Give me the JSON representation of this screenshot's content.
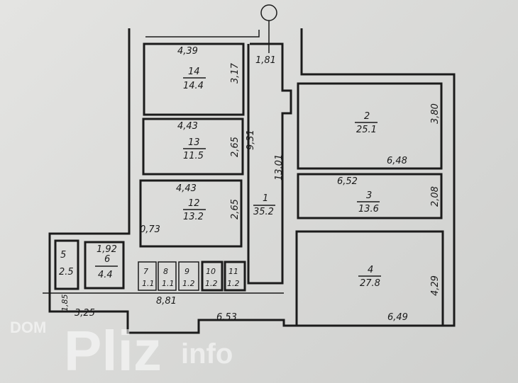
{
  "rooms": [
    {
      "id": "14",
      "area": "14.4",
      "dims": [
        "4,39",
        "3,17"
      ]
    },
    {
      "id": "13",
      "area": "11.5",
      "dims": [
        "4,43",
        "2,65"
      ]
    },
    {
      "id": "12",
      "area": "13.2",
      "dims": [
        "4,43",
        "2,65",
        "0,73"
      ]
    },
    {
      "id": "1",
      "area": "35.2",
      "dims": [
        "1,81",
        "9,31",
        "13,01"
      ]
    },
    {
      "id": "2",
      "area": "25.1",
      "dims": [
        "6,48",
        "3,80"
      ]
    },
    {
      "id": "3",
      "area": "13.6",
      "dims": [
        "6,52",
        "2,08"
      ]
    },
    {
      "id": "4",
      "area": "27.8",
      "dims": [
        "6,49",
        "4,29"
      ]
    },
    {
      "id": "5",
      "area": "2.5"
    },
    {
      "id": "6",
      "area": "4.4",
      "dims": [
        "1,92"
      ]
    },
    {
      "id": "7",
      "area": "1.1"
    },
    {
      "id": "8",
      "area": "1.1"
    },
    {
      "id": "9",
      "area": "1.2"
    },
    {
      "id": "10",
      "area": "1.2"
    },
    {
      "id": "11",
      "area": "1.2"
    }
  ],
  "corridor_dims": [
    "8,81",
    "3,25",
    "1,85",
    "6,53"
  ],
  "watermark": {
    "top": "DOM",
    "main": "Pliz",
    "suffix": "info"
  }
}
